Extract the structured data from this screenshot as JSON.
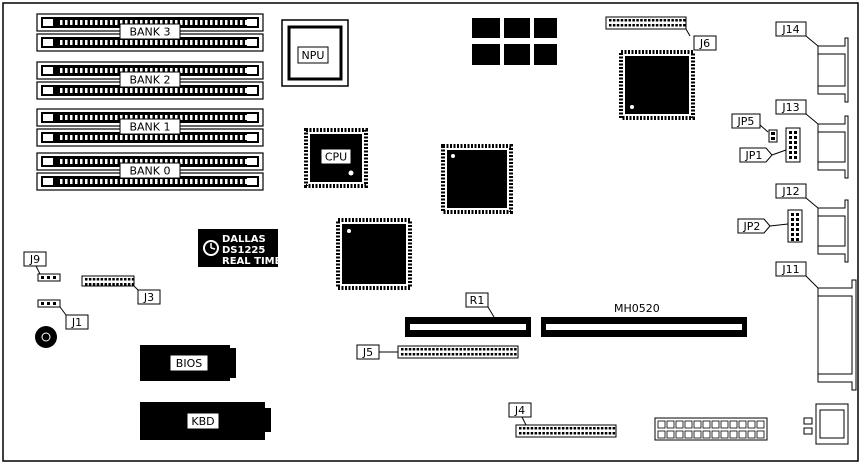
{
  "memory_banks": [
    "BANK 3",
    "BANK 2",
    "BANK 1",
    "BANK 0"
  ],
  "chips": {
    "npu": "NPU",
    "cpu": "CPU",
    "bios": "BIOS",
    "kbd": "KBD"
  },
  "rtc": {
    "line1": "DALLAS",
    "line2": "DS1225",
    "line3": "REAL TIME"
  },
  "board_id": "MH0520",
  "connectors": {
    "j1": "J1",
    "j3": "J3",
    "j4": "J4",
    "j5": "J5",
    "j6": "J6",
    "j9": "J9",
    "j11": "J11",
    "j12": "J12",
    "j13": "J13",
    "j14": "J14",
    "r1": "R1"
  },
  "jumpers": {
    "jp1": "JP1",
    "jp2": "JP2",
    "jp5": "JP5"
  },
  "colors": {
    "ink": "#000000",
    "paper": "#ffffff"
  }
}
